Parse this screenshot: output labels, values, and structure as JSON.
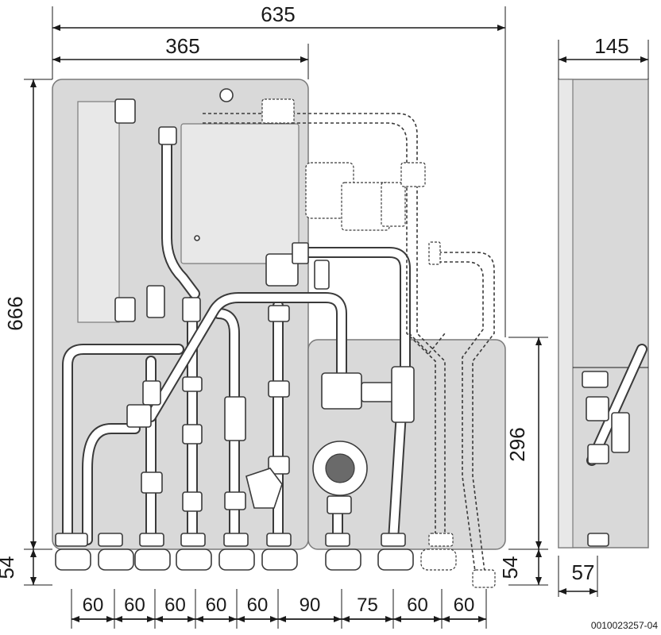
{
  "dimensions": {
    "overall_width": "635",
    "upper_width": "365",
    "depth": "145",
    "height": "666",
    "lower_height": "296",
    "bottom_left": "54",
    "bottom_right": "54",
    "side_bottom": "57",
    "spacings": [
      "60",
      "60",
      "60",
      "60",
      "60",
      "90",
      "75",
      "60",
      "60"
    ]
  },
  "reference_number": "0010023257-04",
  "colors": {
    "panel": "#d9d9d9",
    "line": "#1a1a1a",
    "pipe": "#3a3a3a"
  }
}
